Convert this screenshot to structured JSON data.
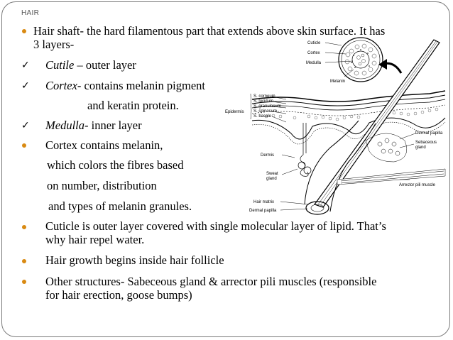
{
  "header": "HAIR",
  "points": {
    "shaft_1": "Hair shaft- the hard filamentous part that extends above skin surface. It has",
    "shaft_2": "3 layers-",
    "cutile_term": "Cutile",
    "cutile_desc": " – outer layer",
    "cortex_term": "Cortex",
    "cortex_desc": "- contains melanin pigment",
    "cortex_desc2": "and keratin protein.",
    "medulla_term": "Medulla",
    "medulla_desc": "- inner layer",
    "melanin_1": "Cortex contains melanin,",
    "melanin_2": "which colors the fibres based",
    "melanin_3": "on number, distribution",
    "melanin_4": "and types of melanin granules.",
    "cuticle_1": "Cuticle is outer layer covered with single molecular layer of lipid. That’s",
    "cuticle_2": "why hair repel water.",
    "growth": "Hair growth begins inside hair follicle",
    "other_1": "Other structures- Sabeceous gland & arrector pili muscles (responsible",
    "other_2": "for hair erection, goose bumps)"
  },
  "diagram_labels": {
    "cuticle": "Cuticle",
    "cortex": "Cortex",
    "medulla": "Medulla",
    "melanin": "Melanin",
    "epidermis": "Epidermis",
    "s_corneum": "S. corneum",
    "s_lucidum": "S. lucidum",
    "s_granulosum": "S. granulosum",
    "s_spinosum": "S. spinosum",
    "s_basale": "S. basale",
    "dermis": "Dermis",
    "sweat_gland_1": "Sweat",
    "sweat_gland_2": "gland",
    "hair_matrix": "Hair matrix",
    "dermal_papilla": "Dermal papilla",
    "dermal_papilla_right": "Dermal papilla",
    "sebaceous_1": "Sebaceous",
    "sebaceous_2": "gland",
    "arrector": "Arrector pili muscle"
  },
  "colors": {
    "bullet": "#d98a12",
    "border": "#7a7a7a",
    "header": "#555555"
  },
  "icons": {
    "bullet": "round-bullet-icon",
    "check": "checkmark-icon"
  }
}
